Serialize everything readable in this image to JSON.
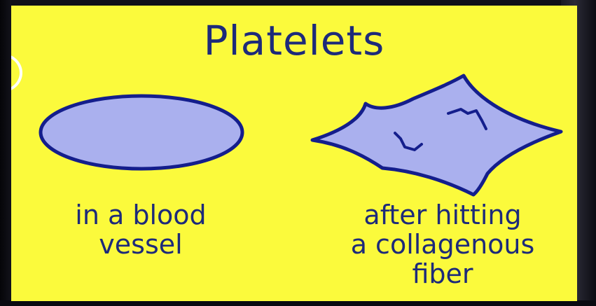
{
  "slide": {
    "title": "Platelets",
    "background_color": "#fbfa3c",
    "text_color": "#1d2a7a",
    "shape_fill": "#aab0ee",
    "shape_stroke": "#141e8c"
  },
  "shapes": {
    "resting": {
      "icon": "oval-platelet",
      "caption_lines": [
        "in a blood",
        "vessel"
      ]
    },
    "activated": {
      "icon": "star-platelet",
      "caption_lines": [
        "after hitting",
        "a collagenous",
        "fiber"
      ]
    }
  }
}
